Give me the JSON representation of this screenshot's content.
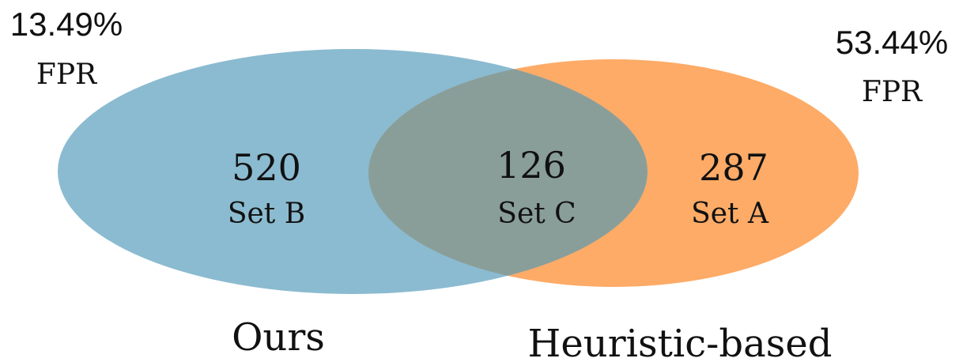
{
  "colors": {
    "ours": "#8bbbd0",
    "heuristic": "#fdab67",
    "overlap": "#8a9e99",
    "text": "#111111"
  },
  "sets": {
    "ours": {
      "fpr_value": "13.49%",
      "fpr_label": "FPR",
      "count": "520",
      "set_label": "Set B",
      "name": "Ours"
    },
    "heuristic": {
      "fpr_value": "53.44%",
      "fpr_label": "FPR",
      "count": "287",
      "set_label": "Set A",
      "name": "Heuristic-based"
    },
    "intersection": {
      "count": "126",
      "set_label": "Set C"
    }
  }
}
